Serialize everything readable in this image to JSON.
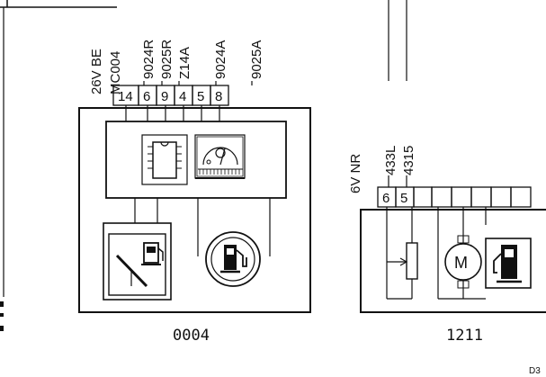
{
  "connector_left": {
    "connector_label": "26V BE",
    "connector_ref": "MC004",
    "wires": [
      "9024R",
      "9025R",
      "Z14A",
      "9024A",
      "9025A"
    ],
    "pins": [
      "14",
      "6",
      "9",
      "4",
      "5",
      "8"
    ],
    "component_code": "0004"
  },
  "connector_right": {
    "connector_label": "6V NR",
    "wires": [
      "433L",
      "4315"
    ],
    "pins": [
      "6",
      "5"
    ],
    "component_code": "1211"
  },
  "corner_text": "D3"
}
